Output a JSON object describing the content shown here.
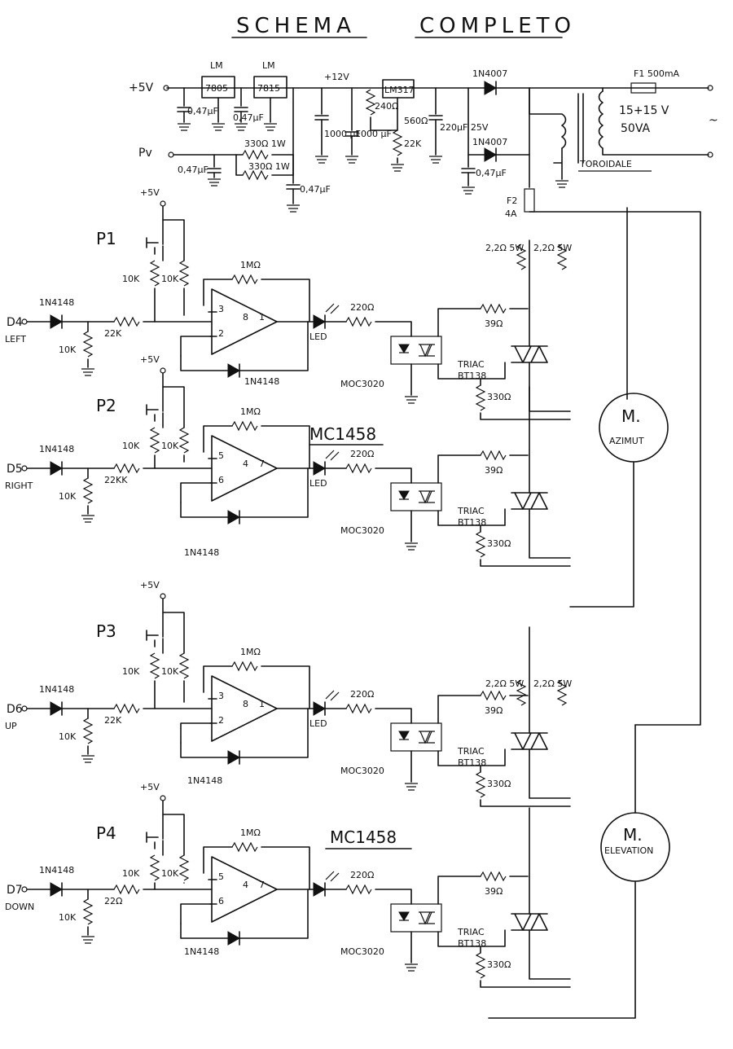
{
  "title": {
    "word1": "SCHEMA",
    "word2": "COMPLETO"
  },
  "power": {
    "plus5v": "+5V",
    "plus12v": "+12V",
    "pv": "Pv",
    "reg1_line1": "LM",
    "reg1_line2": "7805",
    "reg2_line1": "LM",
    "reg2_line2": "7815",
    "reg3": "LM317",
    "cap047a": "0,47µF",
    "cap047b": "0,47µF",
    "cap047c": "0,47µF",
    "cap047d": "0,47µF",
    "cap047e": "0,47µF",
    "cap1000a": "1000 µF",
    "cap1000b": "1000 µF",
    "cap220": "220µF 25V",
    "r330a": "330Ω 1W",
    "r330b": "330Ω 1W",
    "r240": "240Ω",
    "r560": "560Ω",
    "r22k": "22K",
    "diode1": "1N4007",
    "diode2": "1N4007",
    "fuse1": "F1 500mA",
    "fuse2_line1": "F2",
    "fuse2_line2": "4A",
    "transformer_line1": "15+15 V",
    "transformer_line2": "50VA",
    "transformer_type": "TOROIDALE",
    "r22_a": "2,2Ω 5W",
    "r22_b": "2,2Ω 5W",
    "r22_c": "2,2Ω 5W",
    "r22_d": "2,2Ω 5W",
    "tilde": "~"
  },
  "channels": [
    {
      "pin": "D4",
      "dir": "LEFT",
      "button": "P1",
      "diode": "1N4148",
      "r_pull": "10K",
      "r_in": "22K",
      "r_fb": "1MΩ",
      "r_a": "10K",
      "r_b": "10K",
      "pin_plus": "3",
      "pin_minus": "2",
      "pin_out": "1",
      "pin_vcc": "8",
      "r_led": "220Ω",
      "led": "LED",
      "opto": "MOC3020",
      "r39": "39Ω",
      "triac1": "TRIAC",
      "triac2": "BT138",
      "r330": "330Ω",
      "supply": "+5V"
    },
    {
      "pin": "D5",
      "dir": "RIGHT",
      "button": "P2",
      "diode": "1N4148",
      "r_pull": "10K",
      "r_in": "22KK",
      "r_fb": "1MΩ",
      "r_a": "10K",
      "r_b": "10K",
      "pin_plus": "5",
      "pin_minus": "6",
      "pin_out": "7",
      "pin_vcc": "4",
      "r_led": "220Ω",
      "led": "LED",
      "opto": "MOC3020",
      "r39": "39Ω",
      "triac1": "TRIAC",
      "triac2": "BT138",
      "r330": "330Ω",
      "supply": "+5V"
    },
    {
      "pin": "D6",
      "dir": "UP",
      "button": "P3",
      "diode": "1N4148",
      "r_pull": "10K",
      "r_in": "22K",
      "r_fb": "1MΩ",
      "r_a": "10K",
      "r_b": "10K",
      "pin_plus": "3",
      "pin_minus": "2",
      "pin_out": "1",
      "pin_vcc": "8",
      "r_led": "220Ω",
      "led": "LED",
      "opto": "MOC3020",
      "r39": "39Ω",
      "triac1": "TRIAC",
      "triac2": "BT138",
      "r330": "330Ω",
      "supply": "+5V"
    },
    {
      "pin": "D7",
      "dir": "DOWN",
      "button": "P4",
      "diode": "1N4148",
      "r_pull": "10K",
      "r_in": "22Ω",
      "r_fb": "1MΩ",
      "r_a": "10K",
      "r_b": "10K",
      "pin_plus": "5",
      "pin_minus": "6",
      "pin_out": "7",
      "pin_vcc": "4",
      "r_led": "220Ω",
      "led": "",
      "opto": "MOC3020",
      "r39": "39Ω",
      "triac1": "TRIAC",
      "triac2": "BT138",
      "r330": "330Ω",
      "supply": "+5V"
    }
  ],
  "feedback_diodes": [
    "1N4148",
    "1N4148",
    "1N4148",
    "1N4148"
  ],
  "opamps": [
    "MC1458",
    "MC1458"
  ],
  "motors": [
    {
      "line1": "M.",
      "line2": "AZIMUT"
    },
    {
      "line1": "M.",
      "line2": "ELEVATION"
    }
  ]
}
